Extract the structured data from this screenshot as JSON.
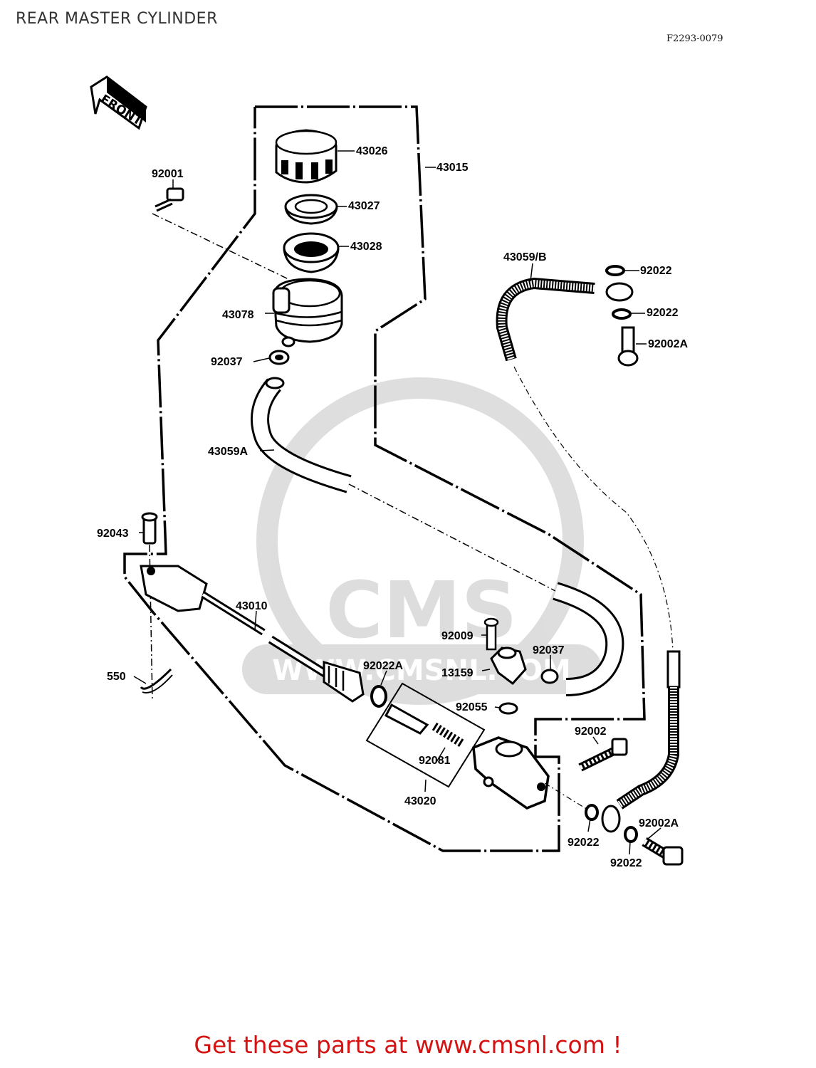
{
  "header": {
    "title": "REAR MASTER CYLINDER",
    "figure_code": "F2293-0079"
  },
  "front_arrow": {
    "label": "FRONT"
  },
  "watermark": {
    "brand": "CMS",
    "url": "WWW.CMSNL.COM"
  },
  "parts": {
    "p43026": "43026",
    "p43015": "43015",
    "p92001": "92001",
    "p43027": "43027",
    "p43028": "43028",
    "p43059b": "43059/B",
    "p92022_a": "92022",
    "p92022_b": "92022",
    "p92002a_a": "92002A",
    "p43078": "43078",
    "p92037_a": "92037",
    "p43059a": "43059A",
    "p92043": "92043",
    "p43010": "43010",
    "p92009": "92009",
    "p92037_b": "92037",
    "p13159": "13159",
    "p92022a": "92022A",
    "p550": "550",
    "p92055": "92055",
    "p92002": "92002",
    "p92081": "92081",
    "p43020": "43020",
    "p92002a_b": "92002A",
    "p92022_c": "92022",
    "p92022_d": "92022"
  },
  "footer": {
    "text": "Get these parts at www.cmsnl.com !",
    "color": "#d41212"
  }
}
